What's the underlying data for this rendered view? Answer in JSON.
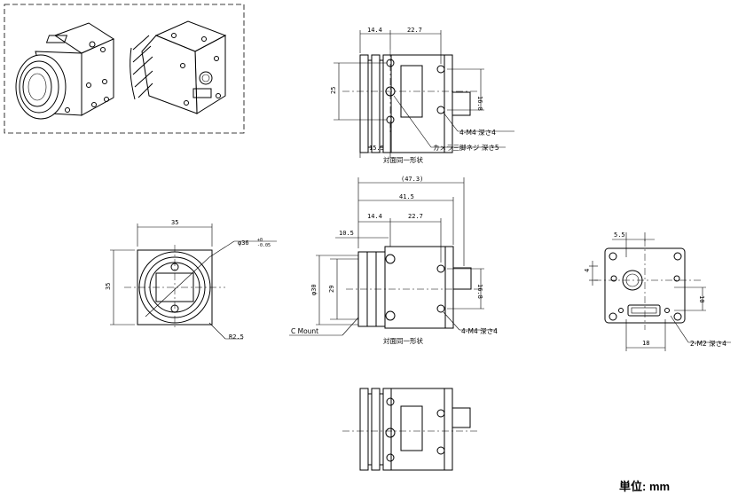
{
  "dims": {
    "top_view": {
      "d14_4": "14.4",
      "d22_7": "22.7",
      "d25": "25",
      "d16_8": "16.8",
      "d15_5": "15.5",
      "note_m4": "4-M4 深さ4",
      "note_screw": "カメラ三脚ネジ 深さ5",
      "note_opposite": "対面同一形状"
    },
    "front_view": {
      "d35_w": "35",
      "d35_h": "35",
      "phi36": "φ36",
      "tol_upper": "+0",
      "tol_lower": "-0.05",
      "r2_5": "R2.5"
    },
    "side_view": {
      "d47_3": "(47.3)",
      "d41_5": "41.5",
      "d14_4": "14.4",
      "d22_7": "22.7",
      "d10_5": "10.5",
      "phi30": "φ30",
      "d29": "29",
      "d16_8": "16.8",
      "c_mount": "C Mount",
      "note_m4": "4-M4 深さ4",
      "note_opposite": "対面同一形状"
    },
    "rear_view": {
      "d5_5": "5.5",
      "d4": "4",
      "d10": "10",
      "d18": "18",
      "note_m2": "2-M2 深さ4"
    }
  },
  "unit_label": "単位: mm"
}
